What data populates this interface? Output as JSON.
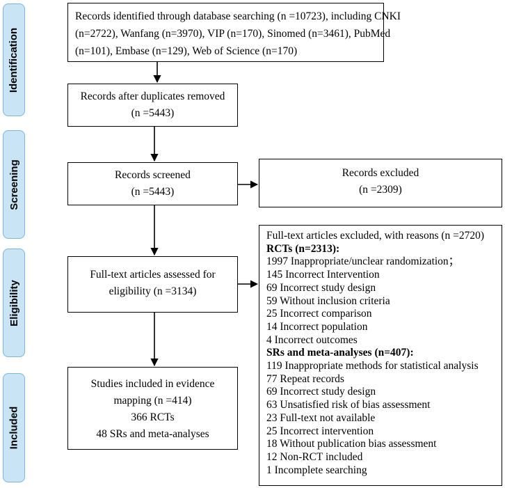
{
  "phases": {
    "identification": "Identification",
    "screening": "Screening",
    "eligibility": "Eligibility",
    "included": "Included"
  },
  "identified": {
    "lines": [
      "Records identified through database searching (n =10723), including CNKI",
      "(n=2722), Wanfang (n=3970), VIP (n=170), Sinomed (n=3461), PubMed",
      "(n=101), Embase (n=129), Web of Science (n=170)"
    ]
  },
  "duplicates_removed": {
    "title": "Records after duplicates removed",
    "count": "(n =5443)"
  },
  "screened": {
    "title": "Records screened",
    "count": "(n =5443)"
  },
  "excluded": {
    "title": "Records excluded",
    "count": "(n =2309)"
  },
  "fulltext_assessed": {
    "line1": "Full-text articles assessed for",
    "line2": "eligibility (n =3134)"
  },
  "included": {
    "line1": "Studies included in evidence",
    "line2": "mapping (n =414)",
    "line3": "366 RCTs",
    "line4": "48 SRs and meta-analyses"
  },
  "fulltext_excluded": {
    "title": "Full-text articles excluded, with reasons (n =2720)",
    "rcts_heading": "RCTs (n=2313):",
    "rcts_reasons": [
      "1997 Inappropriate/unclear randomization；",
      "145 Incorrect Intervention",
      "69 Incorrect study design",
      "59 Without inclusion criteria",
      "25 Incorrect comparison",
      "14 Incorrect population",
      "4 Incorrect outcomes"
    ],
    "srs_heading": "SRs and meta-analyses (n=407):",
    "srs_reasons": [
      "119 Inappropriate methods for statistical analysis",
      "77 Repeat records",
      "69 Incorrect study design",
      "63 Unsatisfied risk of bias assessment",
      "23 Full-text not available",
      "25 Incorrect intervention",
      "18 Without publication bias assessment",
      "12 Non-RCT included",
      "1 Incomplete searching"
    ]
  }
}
